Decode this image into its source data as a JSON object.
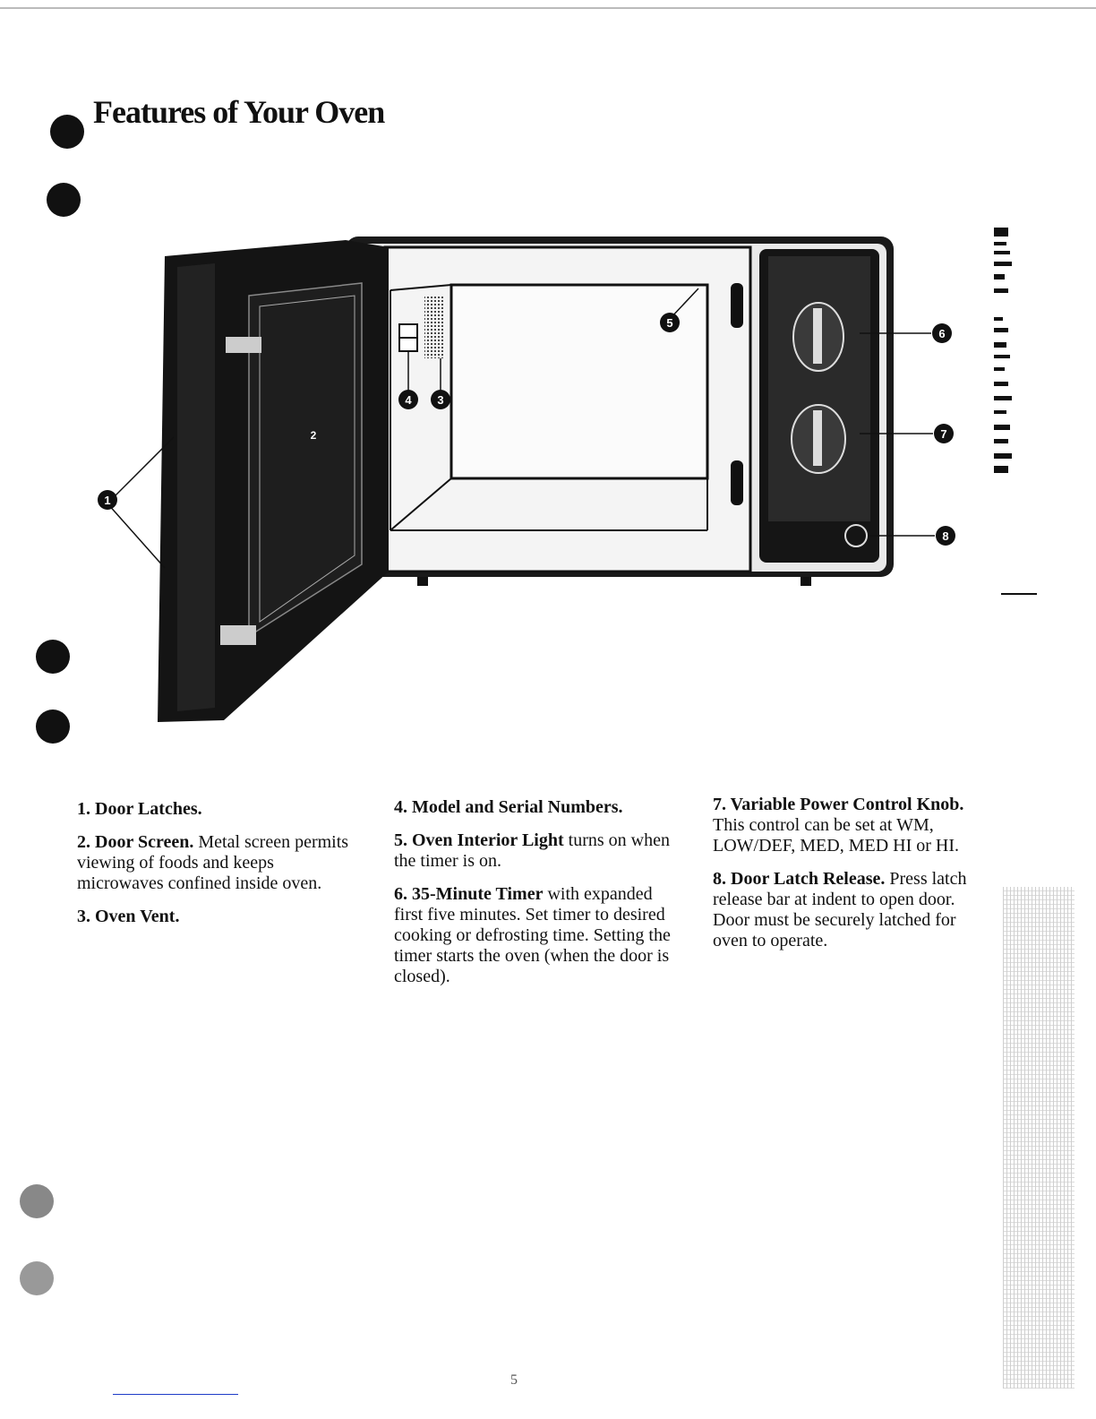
{
  "page": {
    "title": "Features of Your Oven",
    "page_number": "5"
  },
  "diagram": {
    "callouts": [
      "1",
      "2",
      "3",
      "4",
      "5",
      "6",
      "7",
      "8"
    ]
  },
  "features": {
    "col1": [
      {
        "name": "1. Door Latches.",
        "desc": ""
      },
      {
        "name": "2. Door Screen.",
        "desc": " Metal screen permits viewing of foods and keeps microwaves confined inside oven."
      },
      {
        "name": "3. Oven Vent.",
        "desc": ""
      }
    ],
    "col2": [
      {
        "name": "4. Model and Serial Numbers.",
        "desc": ""
      },
      {
        "name": "5. Oven Interior Light",
        "desc": " turns on when the timer is on."
      },
      {
        "name": "6. 35-Minute Timer",
        "desc": " with expanded first five minutes. Set timer to desired cooking or defrosting time. Setting the timer starts the oven (when the door is closed)."
      }
    ],
    "col3": [
      {
        "name": "7. Variable Power Control Knob.",
        "desc": " This control can be set at WM, LOW/DEF, MED, MED HI or HI."
      },
      {
        "name": "8. Door Latch Release.",
        "desc": " Press latch release bar at indent to open door. Door must be securely latched for oven to operate."
      }
    ]
  }
}
